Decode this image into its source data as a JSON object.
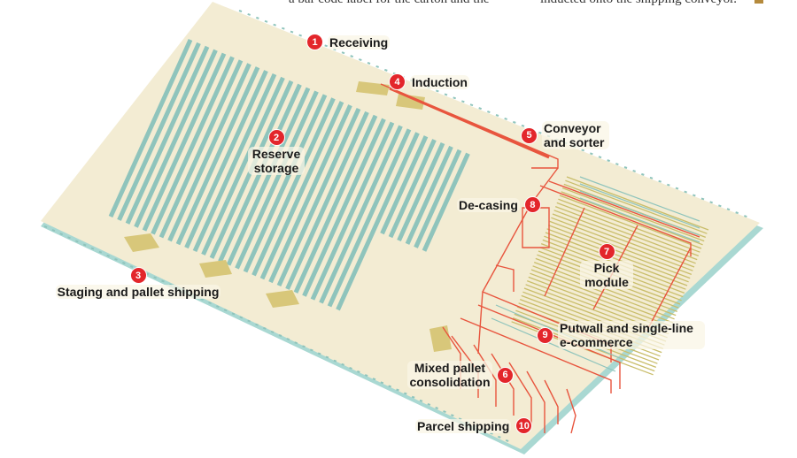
{
  "caption_fragments": [
    "a bar code label for the carton and the",
    "inducted onto the shipping conveyor."
  ],
  "labels": [
    {
      "n": "1",
      "text": "Receiving"
    },
    {
      "n": "2",
      "text": "Reserve storage"
    },
    {
      "n": "3",
      "text": "Staging and pallet shipping"
    },
    {
      "n": "4",
      "text": "Induction"
    },
    {
      "n": "5",
      "text": "Conveyor and sorter"
    },
    {
      "n": "6",
      "text": "Mixed pallet consolidation"
    },
    {
      "n": "7",
      "text": "Pick module"
    },
    {
      "n": "8",
      "text": "De-casing"
    },
    {
      "n": "9",
      "text": "Putwall and single-line e-commerce"
    },
    {
      "n": "10",
      "text": "Parcel shipping"
    }
  ],
  "colors": {
    "floor": "#f3ecd3",
    "edge": "#a9d8d2",
    "storage": "#8fc4bc",
    "pick": "#c9bd6a",
    "conveyor": "#e8553e",
    "badge": "#e3262b"
  }
}
